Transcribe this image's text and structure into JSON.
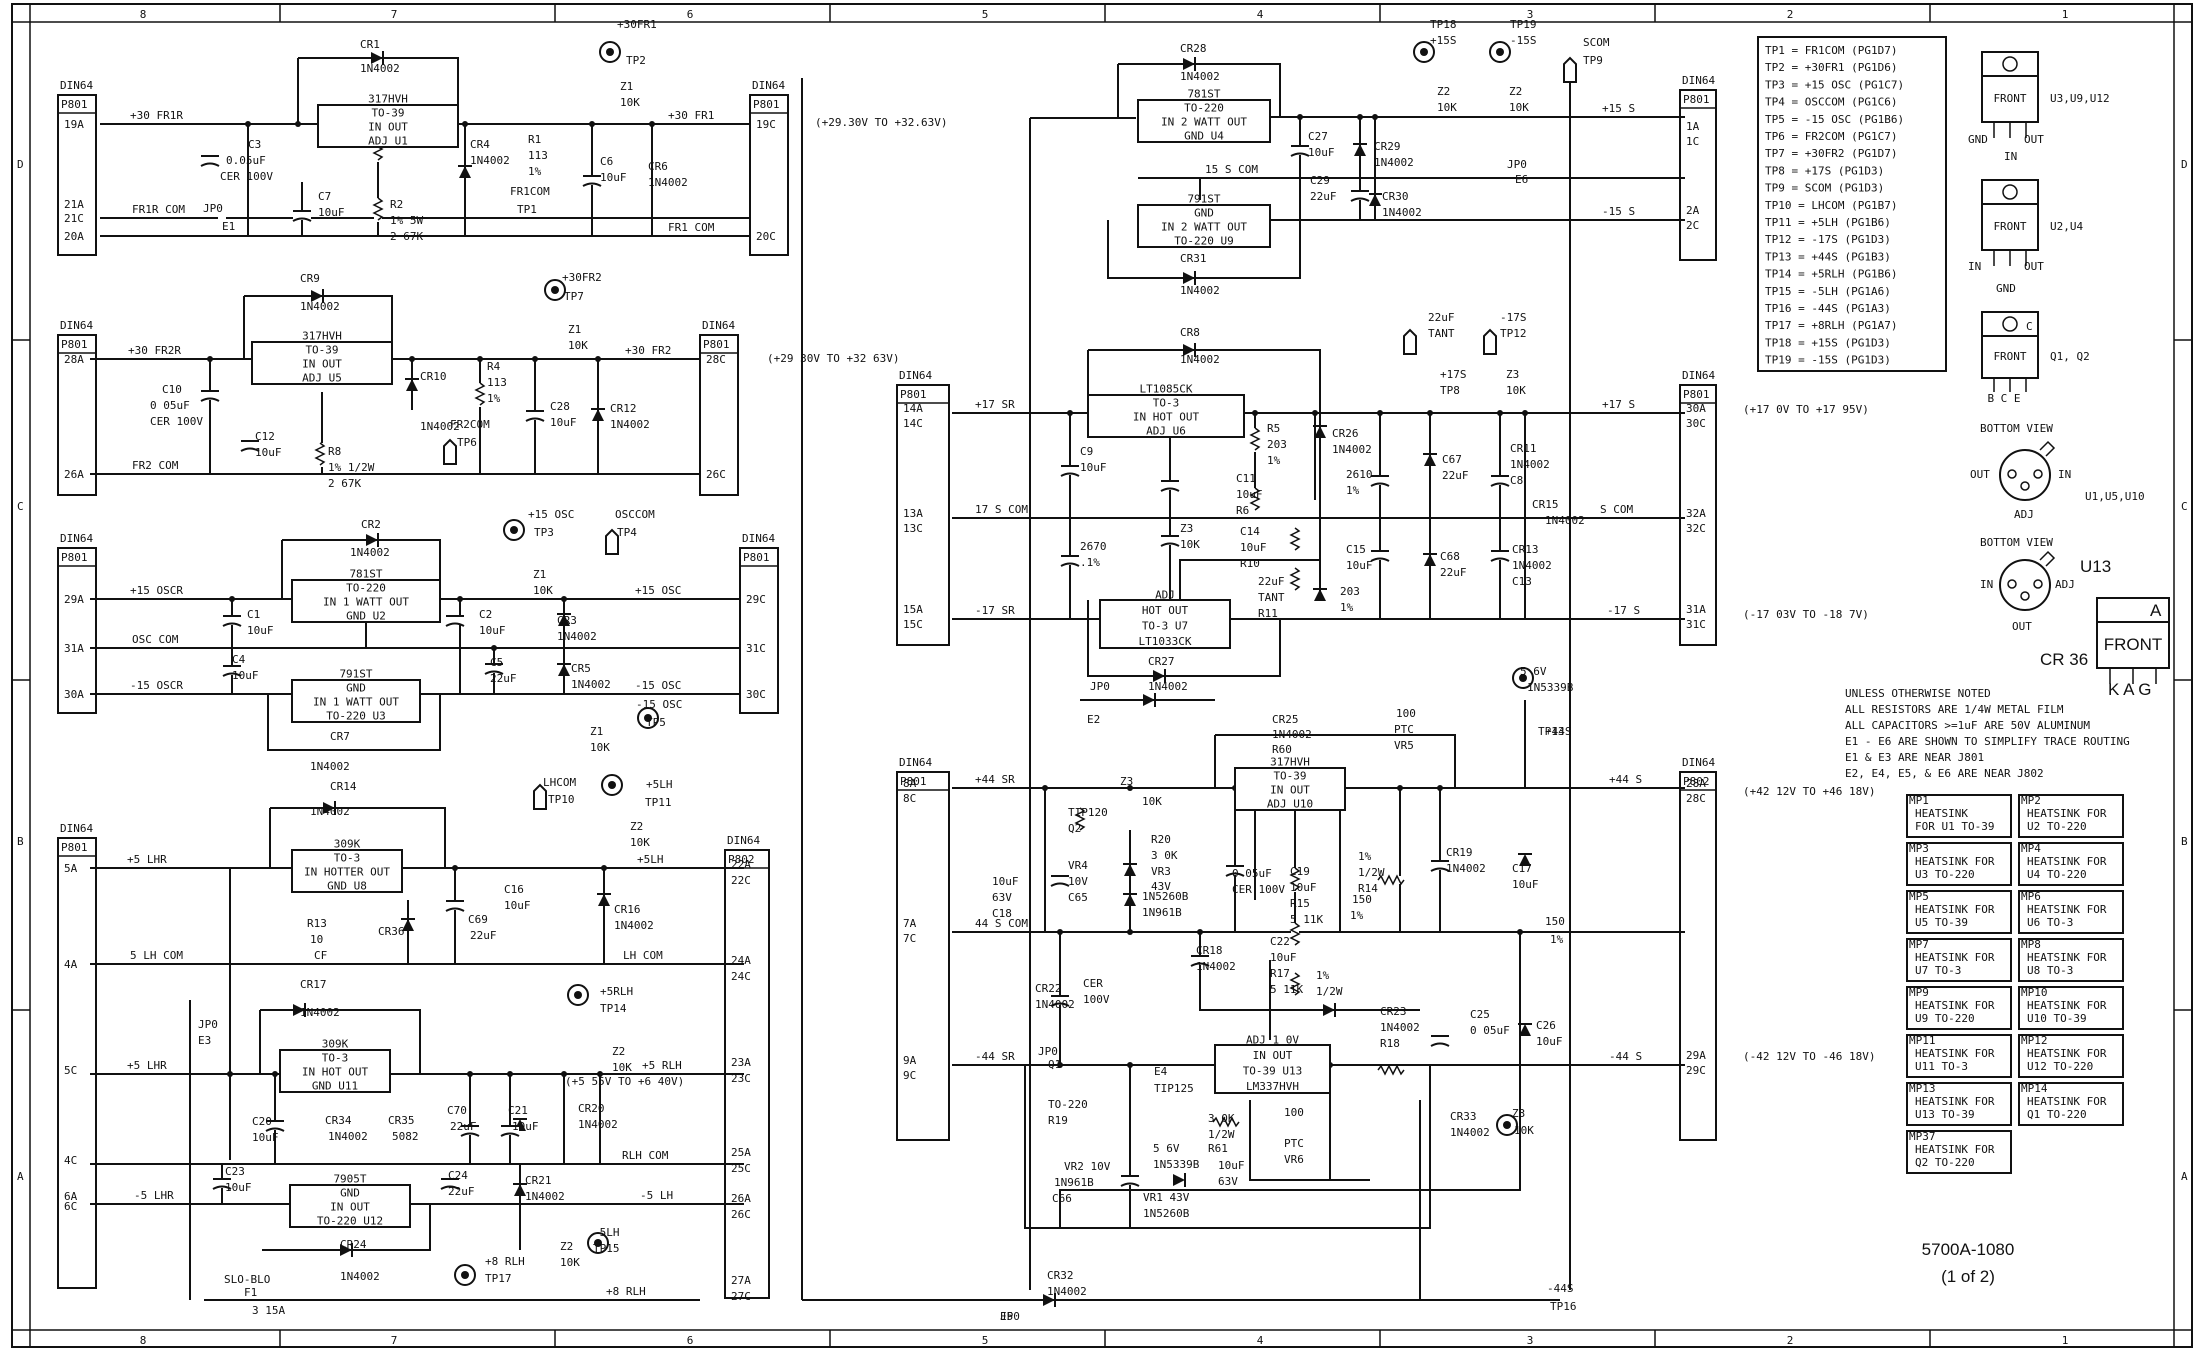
{
  "border": {
    "columns": [
      "8",
      "7",
      "6",
      "5",
      "4",
      "3",
      "2",
      "1"
    ],
    "rows": [
      "D",
      "C",
      "B",
      "A"
    ]
  },
  "connectors": [
    {
      "key": "c1",
      "header": "DIN64",
      "ref": "P801",
      "pins": [
        "19A",
        "21A",
        "21C",
        "20A"
      ]
    },
    {
      "key": "c2",
      "header": "DIN64",
      "ref": "P801",
      "pins": [
        "19C",
        "20C"
      ]
    },
    {
      "key": "c3",
      "header": "DIN64",
      "ref": "P801",
      "pins": [
        "28A",
        "26A"
      ]
    },
    {
      "key": "c4",
      "header": "DIN64",
      "ref": "P801",
      "pins": [
        "28C",
        "26C"
      ]
    },
    {
      "key": "c5",
      "header": "DIN64",
      "ref": "P801",
      "pins": [
        "29A",
        "31A",
        "30A"
      ]
    },
    {
      "key": "c6",
      "header": "DIN64",
      "ref": "P801",
      "pins": [
        "29C",
        "31C",
        "30C"
      ]
    },
    {
      "key": "c7",
      "header": "DIN64",
      "ref": "P801",
      "pins": [
        "5A",
        "4A",
        "5C",
        "4C",
        "6A",
        "6C"
      ]
    },
    {
      "key": "c8",
      "header": "DIN64",
      "ref": "P802",
      "pins": [
        "22A",
        "22C",
        "24A",
        "24C",
        "23A",
        "23C",
        "25A",
        "25C",
        "26A",
        "26C",
        "27A",
        "27C"
      ]
    },
    {
      "key": "c9",
      "header": "DIN64",
      "ref": "P801",
      "pins": [
        "14A",
        "14C",
        "13A",
        "13C",
        "15A",
        "15C"
      ]
    },
    {
      "key": "c10",
      "header": "DIN64",
      "ref": "P801",
      "pins": [
        "1A",
        "1C",
        "2A",
        "2C"
      ]
    },
    {
      "key": "c11",
      "header": "DIN64",
      "ref": "P801",
      "pins": [
        "30A",
        "30C",
        "32A",
        "32C",
        "31A",
        "31C"
      ]
    },
    {
      "key": "c12",
      "header": "DIN64",
      "ref": "P801",
      "pins": [
        "8A",
        "8C",
        "7A",
        "7C",
        "9A",
        "9C"
      ]
    },
    {
      "key": "c13",
      "header": "DIN64",
      "ref": "P802",
      "pins": [
        "28A",
        "28C",
        "29A",
        "29C"
      ]
    }
  ],
  "regulators": [
    {
      "key": "u1",
      "lines": [
        "317HVH",
        "TO-39",
        "IN      OUT",
        "ADJ  U1"
      ]
    },
    {
      "key": "u5",
      "lines": [
        "317HVH",
        "TO-39",
        "IN      OUT",
        "ADJ  U5"
      ]
    },
    {
      "key": "u2",
      "lines": [
        "781ST",
        "TO-220",
        "IN 1 WATT OUT",
        "GND   U2"
      ]
    },
    {
      "key": "u3",
      "lines": [
        "791ST",
        "GND",
        "IN 1 WATT OUT",
        "TO-220  U3"
      ]
    },
    {
      "key": "u8",
      "lines": [
        "309K",
        "TO-3",
        "IN  HOTTER OUT",
        "GND U8"
      ]
    },
    {
      "key": "u11",
      "lines": [
        "309K",
        "TO-3",
        "IN   HOT   OUT",
        "GND  U11"
      ]
    },
    {
      "key": "u12",
      "lines": [
        "7905T",
        "GND",
        "IN        OUT",
        "TO-220  U12"
      ]
    },
    {
      "key": "u4",
      "lines": [
        "781ST",
        "TO-220",
        "IN 2 WATT OUT",
        "GND   U4"
      ]
    },
    {
      "key": "u9",
      "lines": [
        "791ST",
        "GND",
        "IN 2 WATT OUT",
        "TO-220  U9"
      ]
    },
    {
      "key": "u6",
      "lines": [
        "LT1085CK",
        "TO-3",
        "IN  HOT  OUT",
        "ADJ  U6"
      ]
    },
    {
      "key": "u7",
      "lines": [
        "ADJ",
        "HOT   OUT",
        "TO-3   U7",
        "LT1033CK"
      ]
    },
    {
      "key": "u10",
      "lines": [
        "317HVH",
        "TO-39",
        "IN       OUT",
        "ADJ  U10"
      ]
    },
    {
      "key": "u13",
      "lines": [
        "ADJ  1 0V",
        "IN        OUT",
        "TO-39   U13",
        "LM337HVH"
      ]
    }
  ],
  "nets": {
    "fr1r": "+30 FR1R",
    "fr1": "+30 FR1",
    "fr1rcom": "FR1R COM",
    "fr1com": "FR1 COM",
    "fr2r": "+30 FR2R",
    "fr2": "+30 FR2",
    "fr2com": "FR2 COM",
    "oscr": "+15 OSCR",
    "osc": "+15 OSC",
    "osccom": "OSC COM",
    "moscr": "-15 OSCR",
    "mosc": "-15 OSC",
    "slhr": "+5 LHR",
    "slh": "+5LH",
    "lhcom": "5 LH COM",
    "lhcom2": "LH COM",
    "rlhr": "+5 LHR",
    "rlh": "+5 RLH",
    "rlhcom": "RLH COM",
    "mslhr": "-5 LHR",
    "mslh": "-5 LH",
    "rlh8": "+8 RLH",
    "s15": "+15 S",
    "s15com": "15 S COM",
    "ms15": "-15 S",
    "sr17": "+17 SR",
    "s17": "+17 S",
    "s17com": "17 S COM",
    "scom": "S COM",
    "msr17": "-17 SR",
    "ms17": "-17 S",
    "sr44": "+44 SR",
    "s44": "+44 S",
    "s44com": "44 S COM",
    "msr44": "-44 SR",
    "ms44": "-44 S"
  },
  "ranges": {
    "r1": "(+29.30V TO +32.63V)",
    "r2": "(+29 30V TO +32 63V)",
    "r3": "(+17 0V TO +17 95V)",
    "r4": "(-17 03V TO -18 7V)",
    "r5": "(+42 12V TO +46 18V)",
    "r6": "(-42 12V TO -46 18V)",
    "r7": "(+5 55V TO +6 40V)"
  },
  "tp_table": [
    "TP1 = FR1COM  (PG1D7)",
    "TP2 = +30FR1  (PG1D6)",
    "TP3 = +15 OSC (PG1C7)",
    "TP4 = OSCCOM  (PG1C6)",
    "TP5 = -15 OSC (PG1B6)",
    "TP6 = FR2COM  (PG1C7)",
    "TP7 = +30FR2  (PG1D7)",
    "TP8 = +17S    (PG1D3)",
    "TP9 = SCOM    (PG1D3)",
    "TP10 = LHCOM  (PG1B7)",
    "TP11 = +5LH   (PG1B6)",
    "TP12 = -17S   (PG1D3)",
    "TP13 = +44S   (PG1B3)",
    "TP14 = +5RLH  (PG1B6)",
    "TP15 = -5LH   (PG1A6)",
    "TP16 = -44S   (PG1A3)",
    "TP17 = +8RLH  (PG1A7)",
    "TP18 = +15S   (PG1D3)",
    "TP19 = -15S   (PG1D3)"
  ],
  "packages": {
    "front": "FRONT",
    "pkg1": "U3,U9,U12",
    "gnd": "GND",
    "out": "OUT",
    "in": "IN",
    "pkg2": "U2,U4",
    "pkg3": "Q1, Q2",
    "bce": "B  C  E",
    "c": "C",
    "bottom": "BOTTOM VIEW",
    "pkg4": "U1,U5,U10",
    "adj": "ADJ",
    "pkg5": "U13",
    "cr36": "CR 36",
    "a": "A",
    "kag": "K A G"
  },
  "notes": [
    "UNLESS OTHERWISE NOTED",
    "ALL RESISTORS ARE 1/4W METAL FILM",
    "ALL CAPACITORS >=1uF ARE 50V ALUMINUM",
    "E1 - E6 ARE SHOWN TO SIMPLIFY TRACE ROUTING",
    "E1 & E3 ARE NEAR J801",
    "E2, E4, E5, & E6 ARE NEAR J802"
  ],
  "heatsinks": [
    {
      "mp": "MP1",
      "lines": [
        "HEATSINK",
        "FOR U1 TO-39"
      ]
    },
    {
      "mp": "MP2",
      "lines": [
        "HEATSINK FOR",
        "U2   TO-220"
      ]
    },
    {
      "mp": "MP3",
      "lines": [
        "HEATSINK FOR",
        "U3   TO-220"
      ]
    },
    {
      "mp": "MP4",
      "lines": [
        "HEATSINK FOR",
        "U4   TO-220"
      ]
    },
    {
      "mp": "MP5",
      "lines": [
        "HEATSINK FOR",
        "U5   TO-39"
      ]
    },
    {
      "mp": "MP6",
      "lines": [
        "HEATSINK FOR",
        "U6   TO-3"
      ]
    },
    {
      "mp": "MP7",
      "lines": [
        "HEATSINK FOR",
        "U7   TO-3"
      ]
    },
    {
      "mp": "MP8",
      "lines": [
        "HEATSINK FOR",
        "U8   TO-3"
      ]
    },
    {
      "mp": "MP9",
      "lines": [
        "HEATSINK FOR",
        "U9   TO-220"
      ]
    },
    {
      "mp": "MP10",
      "lines": [
        "HEATSINK FOR",
        "U10  TO-39"
      ]
    },
    {
      "mp": "MP11",
      "lines": [
        "HEATSINK FOR",
        "U11  TO-3"
      ]
    },
    {
      "mp": "MP12",
      "lines": [
        "HEATSINK FOR",
        "U12  TO-220"
      ]
    },
    {
      "mp": "MP13",
      "lines": [
        "HEATSINK FOR",
        "U13  TO-39"
      ]
    },
    {
      "mp": "MP14",
      "lines": [
        "HEATSINK FOR",
        "Q1   TO-220"
      ]
    },
    {
      "mp": "MP37",
      "lines": [
        "HEATSINK FOR",
        "Q2   TO-220"
      ]
    }
  ],
  "title": {
    "drawing": "5700A-1080",
    "sheet": "(1 of 2)"
  },
  "labels": [
    "CR1",
    "1N4002",
    "CR4",
    "1N4002",
    "R1",
    "113",
    "1%",
    "R2",
    "1% 5W",
    "2 67K",
    "C3",
    "0.05uF",
    "CER 100V",
    "C7",
    "10uF",
    "C6",
    "10uF",
    "CR6",
    "1N4002",
    "Z1",
    "10K",
    "+30FR1",
    "TP2",
    "FR1COM",
    "TP1",
    "JP0",
    "E1",
    "CR9",
    "1N4002",
    "R4",
    "113",
    "1%",
    "CR10",
    "1N4002",
    "C10",
    "0 05uF",
    "CER 100V",
    "C12",
    "10uF",
    "R8",
    "1% 1/2W",
    "2 67K",
    "C28",
    "10uF",
    "CR12",
    "1N4002",
    "+30FR2",
    "TP7",
    "Z1",
    "10K",
    "FR2COM",
    "TP6",
    "CR2",
    "1N4002",
    "C1",
    "10uF",
    "C2",
    "10uF",
    "CR3",
    "1N4002",
    "C4",
    "10uF",
    "C5",
    "22uF",
    "CR5",
    "1N4002",
    "CR7",
    "1N4002",
    "+15 OSC",
    "TP3",
    "OSCCOM",
    "TP4",
    "Z1",
    "10K",
    "-15 OSC",
    "TP5",
    "Z1",
    "10K",
    "CR14",
    "1N4002",
    "C16",
    "10uF",
    "CR16",
    "1N4002",
    "R13",
    "10",
    "CF",
    "CR36",
    "C69",
    "22uF",
    "LHCOM",
    "TP10",
    "+5LH",
    "TP11",
    "Z2",
    "10K",
    "CR17",
    "1N4002",
    "C20",
    "10uF",
    "CR34",
    "1N4002",
    "CR35",
    "5082",
    "C70",
    "22uF",
    "C21",
    "10uF",
    "CR20",
    "1N4002",
    "+5RLH",
    "TP14",
    "Z2",
    "10K",
    "C23",
    "10uF",
    "C24",
    "22uF",
    "CR21",
    "1N4002",
    "CR24",
    "1N4002",
    "-5LH",
    "TP15",
    "Z2",
    "10K",
    "+8 RLH",
    "TP17",
    "SLO-BLO",
    "F1",
    "3 15A",
    "JP0",
    "E3",
    "CR28",
    "1N4002",
    "C27",
    "10uF",
    "CR29",
    "1N4002",
    "C29",
    "22uF",
    "CR30",
    "1N4002",
    "CR31",
    "1N4002",
    "TP18",
    "+15S",
    "TP19",
    "-15S",
    "SCOM",
    "TP9",
    "Z2",
    "10K",
    "Z2",
    "10K",
    "JP0",
    "E6",
    "CR8",
    "1N4002",
    "C9",
    "10uF",
    "R5",
    "203",
    "1%",
    "CR26",
    "1N4002",
    "C11",
    "10uF",
    "R6",
    "2610",
    "1%",
    "C67",
    "22uF",
    "CR11",
    "1N4002",
    "C8",
    "22uF",
    "TANT",
    "-17S",
    "TP12",
    "+17S",
    "TP8",
    "Z3",
    "10K",
    "Z3",
    "10K",
    "C14",
    "10uF",
    "R10",
    "2670",
    ".1%",
    "C15",
    "10uF",
    "C68",
    "22uF",
    "CR13",
    "1N4002",
    "C13",
    "22uF",
    "TANT",
    "R11",
    "203",
    "1%",
    "CR27",
    "1N4002",
    "CR15",
    "1N4002",
    "JP0",
    "E2",
    "CR25",
    "1N4002",
    "R60",
    "100",
    "PTC",
    "VR5",
    "5 6V",
    "1N5339B",
    "TP13",
    "+44S",
    "Z3",
    "10K",
    "TIP120",
    "Q2",
    "R20",
    "3 0K",
    "VR3",
    "43V",
    "1N5260B",
    "1N961B",
    "VR4",
    "10V",
    "C65",
    "10uF",
    "63V",
    "C18",
    "0 05uF",
    "CER 100V",
    "C19",
    "10uF",
    "R15",
    "5 11K",
    "1%",
    "1/2W",
    "R14",
    "150",
    "1%",
    "CR19",
    "1N4002",
    "C17",
    "10uF",
    "CR18",
    "1N4002",
    "C22",
    "10uF",
    "R17",
    "5 11K",
    "1%",
    "1/2W",
    "CR22",
    "1N4002",
    "CER",
    "100V",
    "C25",
    "0 05uF",
    "C26",
    "10uF",
    "CR23",
    "1N4002",
    "R18",
    "150",
    "1%",
    "JP0",
    "E4",
    "TIP125",
    "Q1",
    "TO-220",
    "R19",
    "3 0K",
    "1/2W",
    "R61",
    "100",
    "PTC",
    "VR6",
    "5 6V",
    "1N5339B",
    "VR1 43V",
    "1N5260B",
    "VR2 10V",
    "1N961B",
    "C66",
    "10uF",
    "63V",
    "CR32",
    "1N4002",
    "CR33",
    "1N4002",
    "Z3",
    "10K",
    "-44S",
    "TP16",
    "JP0",
    "E5"
  ]
}
